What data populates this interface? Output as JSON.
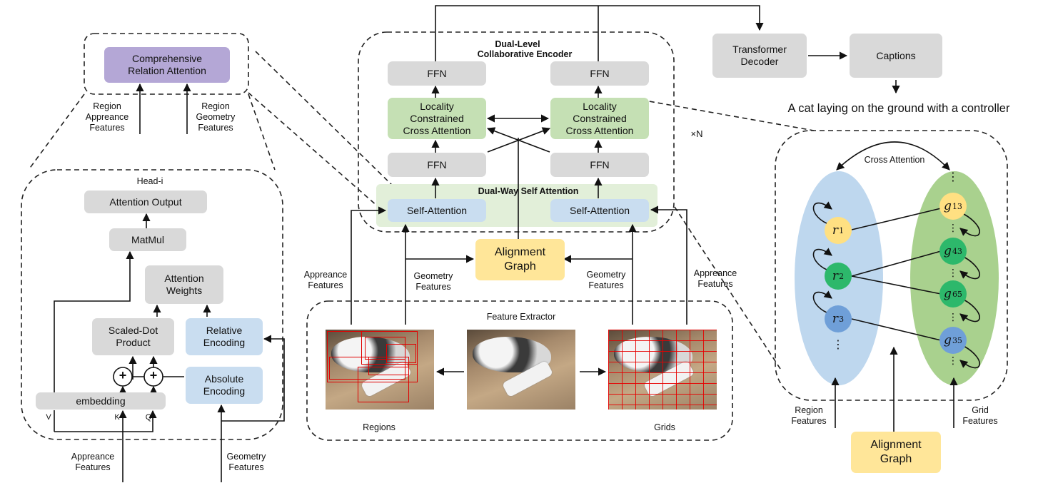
{
  "encoder": {
    "title_line1": "Dual-Level",
    "title_line2": "Collaborative Encoder",
    "ffn": "FFN",
    "lcca": "Locality\nConstrained\nCross Attention",
    "dual_way": "Dual-Way Self Attention",
    "self_attention": "Self-Attention",
    "times_n": "×N"
  },
  "decoder": {
    "transformer_decoder": "Transformer\nDecoder",
    "captions": "Captions",
    "caption_text": "A cat laying on the ground with a controller"
  },
  "center": {
    "alignment_graph": "Alignment\nGraph",
    "appearance_left": "Appreance\nFeatures",
    "geometry_left": "Geometry\nFeatures",
    "geometry_right": "Geometry\nFeatures",
    "appearance_right": "Appreance\nFeatures",
    "feature_extractor": "Feature Extractor",
    "regions": "Regions",
    "grids": "Grids"
  },
  "left": {
    "cra": "Comprehensive\nRelation Attention",
    "region_appearance": "Region\nAppreance\nFeatures",
    "region_geometry": "Region\nGeometry\nFeatures",
    "head": "Head-i",
    "attention_output": "Attention Output",
    "matmul": "MatMul",
    "attention_weights": "Attention\nWeights",
    "scaled_dot": "Scaled-Dot\nProduct",
    "relative_encoding": "Relative\nEncoding",
    "absolute_encoding": "Absolute\nEncoding",
    "embedding": "embedding",
    "plus": "+",
    "v": "V",
    "k": "K",
    "q": "Q",
    "appearance_features": "Appreance\nFeatures",
    "geometry_features": "Geometry\nFeatures"
  },
  "right": {
    "cross_attention": "Cross Attention",
    "region_features": "Region\nFeatures",
    "grid_features": "Grid\nFeatures",
    "alignment_graph": "Alignment\nGraph",
    "r_nodes": [
      {
        "base": "r",
        "sub": "1"
      },
      {
        "base": "r",
        "sub": "2"
      },
      {
        "base": "r",
        "sub": "3"
      }
    ],
    "g_nodes": [
      {
        "base": "g",
        "sub": "13"
      },
      {
        "base": "g",
        "sub": "43"
      },
      {
        "base": "g",
        "sub": "65"
      },
      {
        "base": "g",
        "sub": "35"
      }
    ],
    "dots": "⋮"
  },
  "colors": {
    "gray": "#d9d9d9",
    "green": "#c5e0b4",
    "blue": "#c9ddf0",
    "yellow": "#ffe699",
    "purple": "#b4a7d6"
  }
}
